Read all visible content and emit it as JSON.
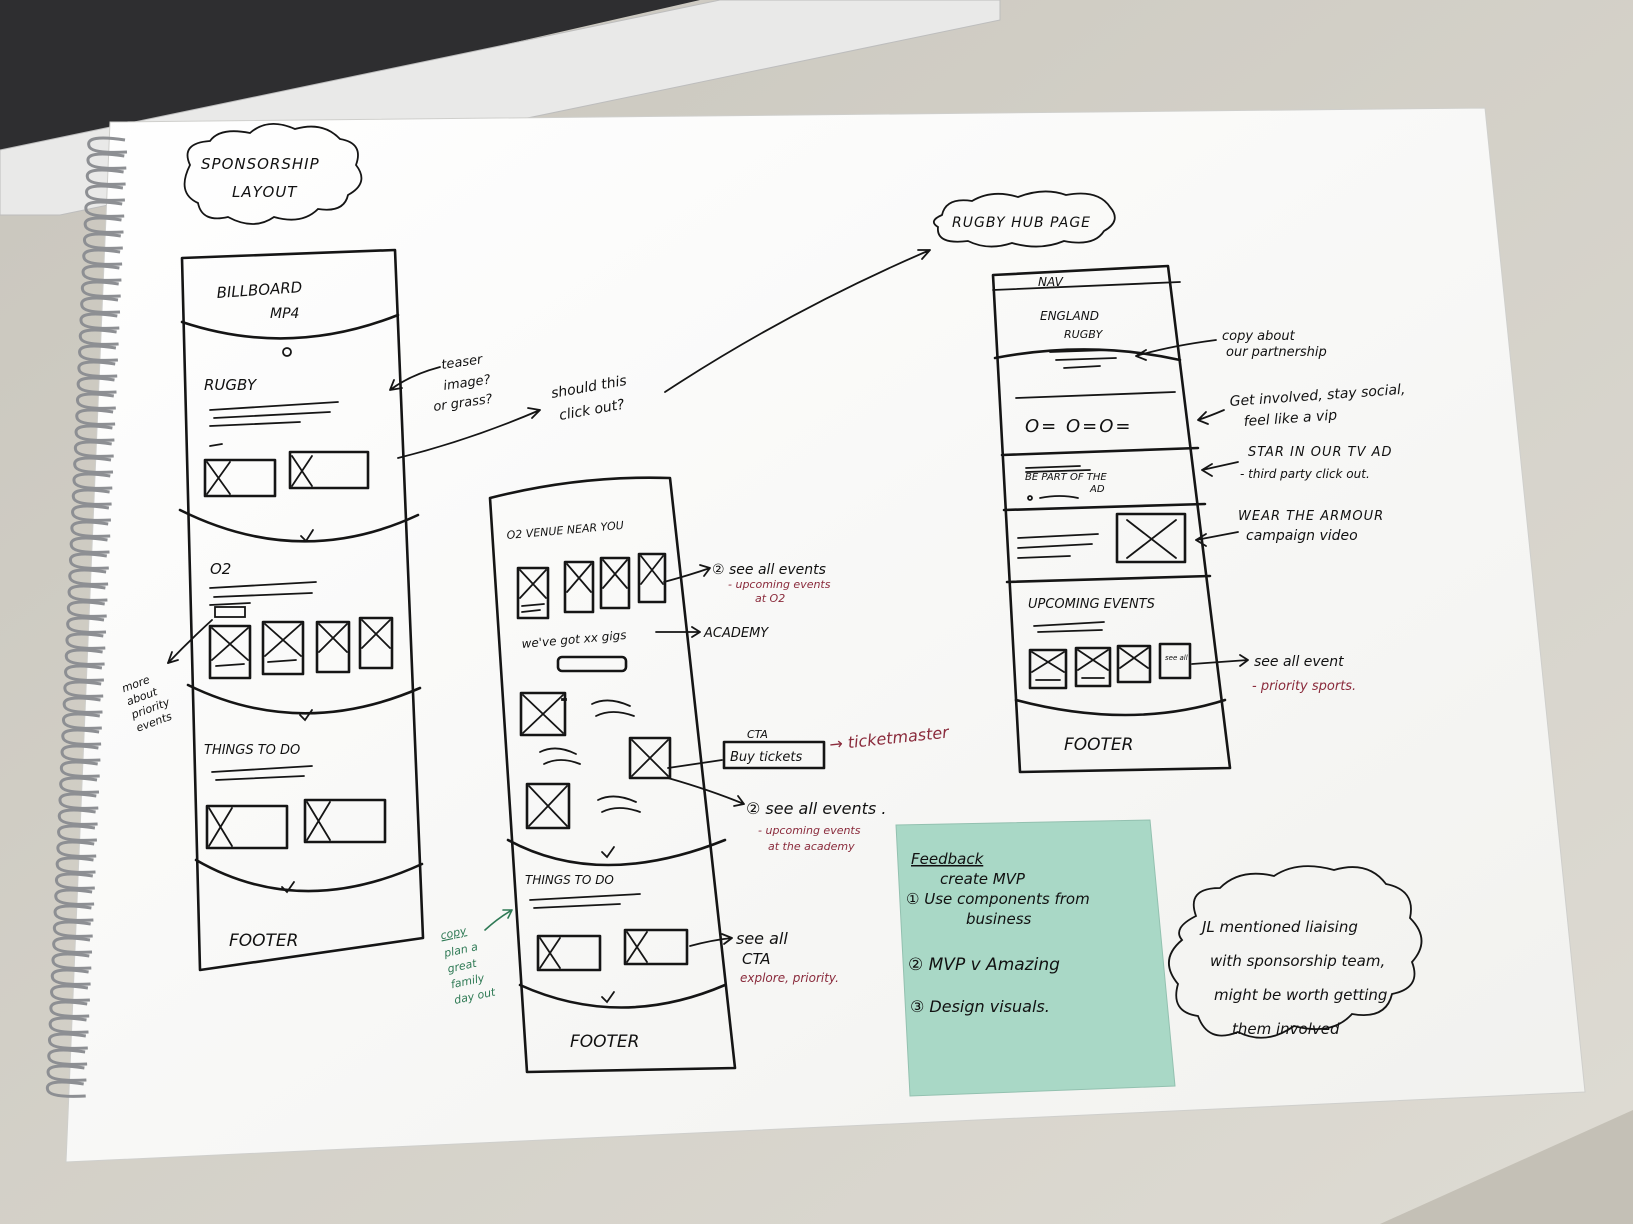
{
  "colors": {
    "paper": "#fbfbf9",
    "desk": "#d9d6ce",
    "ink": "#151515",
    "red_ink": "#8a2b3c",
    "green_ink": "#2f7a55",
    "sticky_note": "#a9d8c6"
  },
  "page_title": [
    "SPONSORSHIP",
    "LAYOUT"
  ],
  "hub_title": "RUGBY HUB PAGE",
  "left_wireframe": {
    "billboard": [
      "BILLBOARD",
      "MP4"
    ],
    "rugby": "RUGBY",
    "o2": "O2",
    "things_to_do": "THINGS TO DO",
    "footer": "FOOTER",
    "more_note": [
      "more",
      "about",
      "priority",
      "events"
    ]
  },
  "notes": {
    "teaser": [
      "teaser",
      "image?",
      "or grass?"
    ],
    "should_click": [
      "should this",
      "click out?"
    ]
  },
  "middle_wireframe": {
    "venue": "O2 VENUE NEAR YOU",
    "gigs": "we've got xx gigs",
    "academy": "ACADEMY",
    "see_all_events_1": "② see all events",
    "upcoming_1": [
      "- upcoming events",
      "at O2"
    ],
    "cta": "CTA",
    "buy_tickets": "Buy tickets",
    "ticketmaster": "→ ticketmaster",
    "see_all_events_2": "② see all events .",
    "upcoming_2": [
      "- upcoming events",
      "at the academy"
    ],
    "things_to_do": "THINGS TO DO",
    "see_all_cta": [
      "see all",
      "CTA"
    ],
    "explore": "explore, priority.",
    "copy_note": [
      "copy",
      "plan a",
      "great",
      "family",
      "day out"
    ],
    "footer": "FOOTER"
  },
  "right_wireframe": {
    "nav": "NAV",
    "england_rugby": [
      "ENGLAND",
      "RUGBY"
    ],
    "copy_about": [
      "copy about",
      "our partnership"
    ],
    "get_involved": [
      "Get involved, stay social,",
      "feel like a vip"
    ],
    "be_part": [
      "BE PART OF THE",
      "AD"
    ],
    "star_tv_ad": [
      "STAR IN OUR TV AD",
      "- third party click out."
    ],
    "wear_armour": [
      "WEAR THE ARMOUR",
      "campaign video"
    ],
    "upcoming_events": "UPCOMING EVENTS",
    "see_all_label": "see all",
    "see_all_event": "see all event",
    "priority_sports": "- priority sports.",
    "footer": "FOOTER"
  },
  "sticky_note": {
    "title": "Feedback",
    "line_0": "create MVP",
    "line_1": [
      "① Use components from",
      "business"
    ],
    "line_2": "② MVP v Amazing",
    "line_3": "③ Design visuals."
  },
  "cloud_note": [
    "JL mentioned liaising",
    "with sponsorship team,",
    "might be worth getting",
    "them involved"
  ]
}
